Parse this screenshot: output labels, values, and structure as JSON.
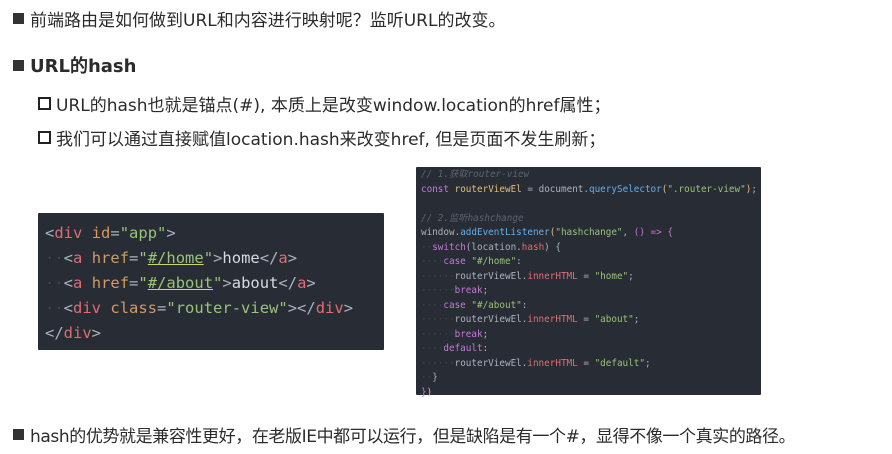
{
  "slide": {
    "line1": "前端路由是如何做到URL和内容进行映射呢？监听URL的改变。",
    "heading": "URL的hash",
    "sub1": "URL的hash也就是锚点(#), 本质上是改变window.location的href属性；",
    "sub2": "我们可以通过直接赋值location.hash来改变href, 但是页面不发生刷新；",
    "footer": "hash的优势就是兼容性更好，在老版IE中都可以运行，但是缺陷是有一个#，显得不像一个真实的路径。"
  },
  "html_code": {
    "lines": [
      "<div id=\"app\">",
      "  <a href=\"#/home\">home</a>",
      "  <a href=\"#/about\">about</a>",
      "  <div class=\"router-view\"></div>",
      "</div>"
    ]
  },
  "js_code": {
    "lines": [
      "// 1.获取router-view",
      "const routerViewEl = document.querySelector(\".router-view\");",
      "",
      "// 2.监听hashchange",
      "window.addEventListener(\"hashchange\", () => {",
      "  switch(location.hash) {",
      "    case \"#/home\":",
      "      routerViewEl.innerHTML = \"home\";",
      "      break;",
      "    case \"#/about\":",
      "      routerViewEl.innerHTML = \"about\";",
      "      break;",
      "    default:",
      "      routerViewEl.innerHTML = \"default\";",
      "  }",
      "})"
    ]
  },
  "colors": {
    "code_bg": "#282c34",
    "tag": "#e06c75",
    "attr": "#d19a66",
    "string": "#98c379",
    "comment": "#5c6370",
    "keyword": "#c678dd",
    "function": "#61afef"
  }
}
